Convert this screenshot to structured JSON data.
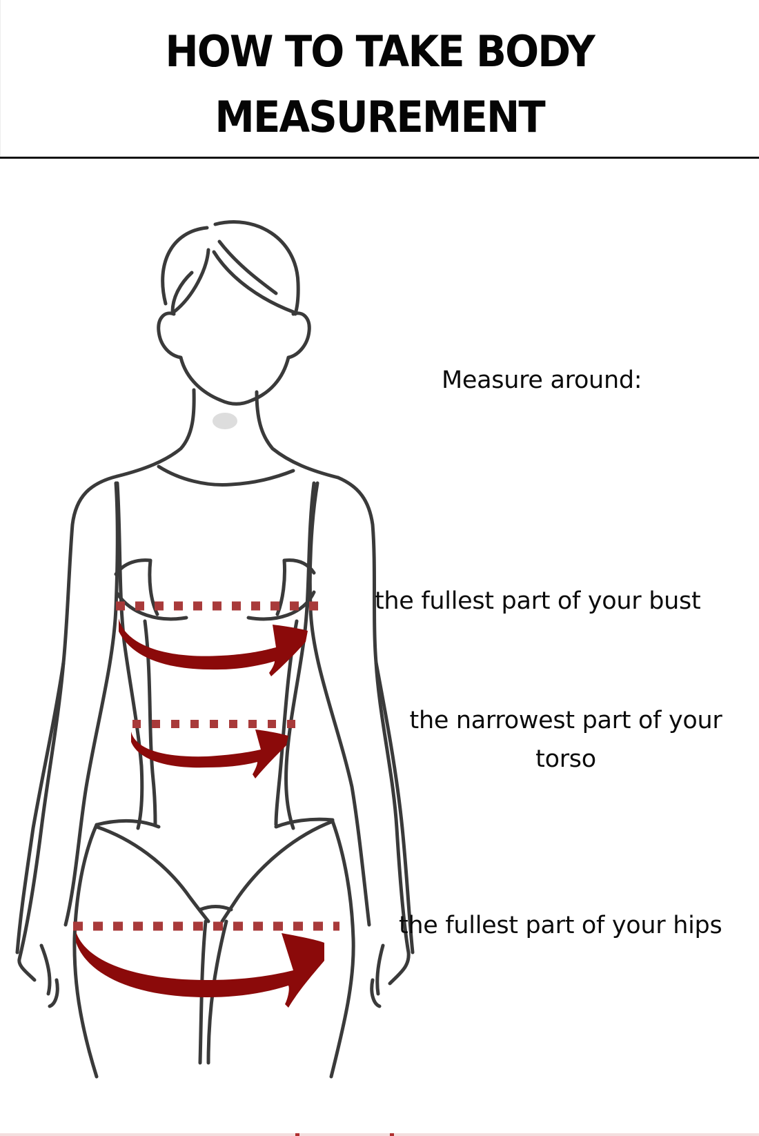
{
  "header": {
    "title_line1": "HOW TO TAKE BODY",
    "title_line2": "MEASUREMENT"
  },
  "instructions": {
    "intro": "Measure around:",
    "measurements": [
      {
        "id": "bust",
        "label": "the fullest part of your bust"
      },
      {
        "id": "waist",
        "label": "the narrowest part of your torso"
      },
      {
        "id": "hips",
        "label": "the fullest part of your hips"
      }
    ]
  },
  "figure": {
    "description": "line drawing of a female body front view",
    "outline_color": "#3a3a3a",
    "guide_line_color": "#a83a3a",
    "arrow_color": "#8b0a0a"
  },
  "colors": {
    "background": "#ffffff",
    "text": "#0a0a0a",
    "rule": "#111111",
    "bottom_strip": "#f3dede"
  }
}
